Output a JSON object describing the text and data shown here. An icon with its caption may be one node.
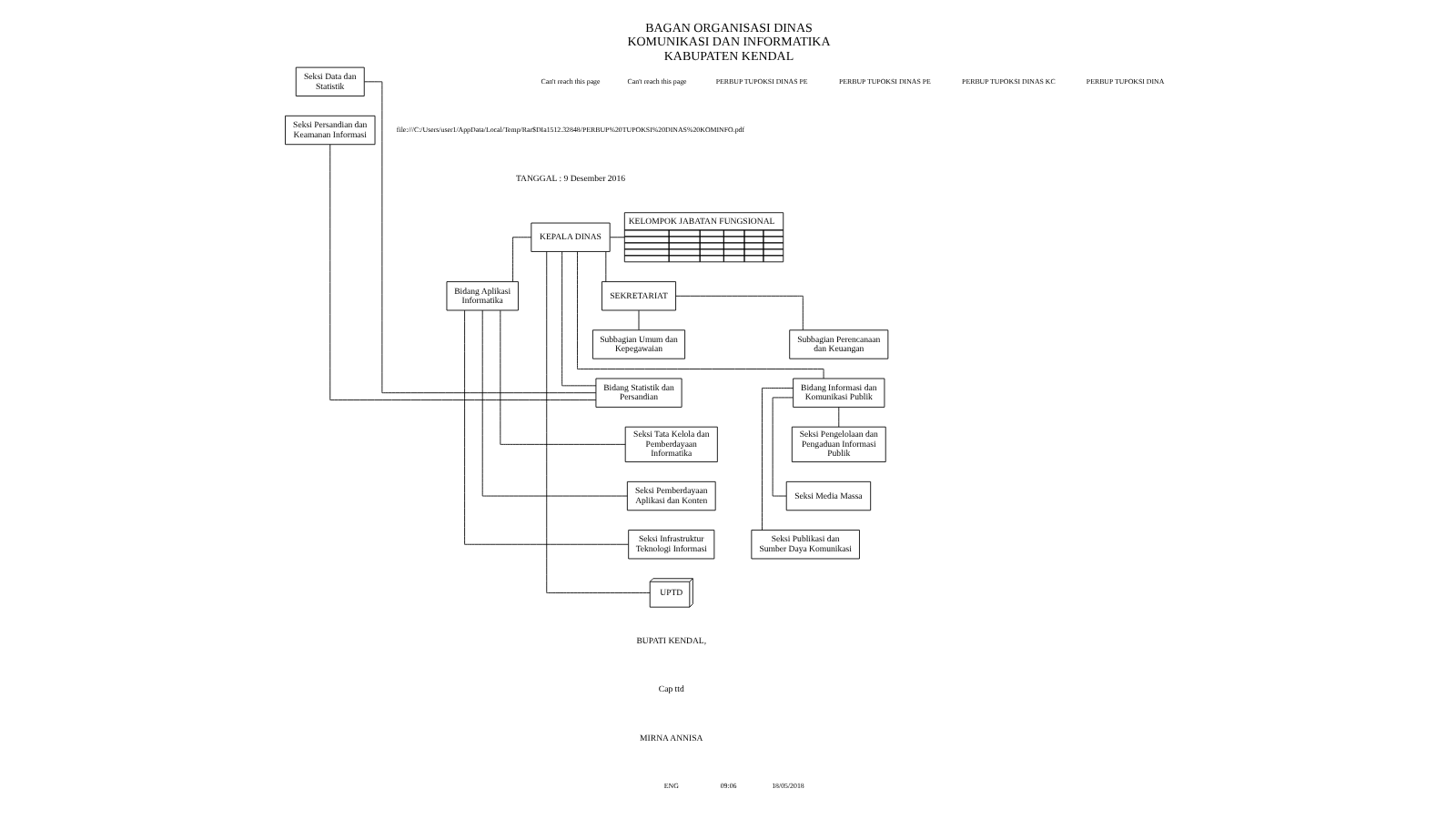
{
  "diagram": {
    "title": "BAGAN ORGANISASI DINAS KOMUNIKASI DAN INFORMATIKA KABUPATEN KENDAL",
    "nodes": [
      {
        "text": [
          "KEPALA DINAS"
        ]
      },
      {
        "text": [
          "KELOMPOK JABATAN FUNGSIONAL"
        ]
      },
      {
        "text": [
          "SEKRETARIAT"
        ]
      },
      {
        "text": [
          "Subbagian Perencanaan dan Keuangan"
        ]
      },
      {
        "text": [
          "Subbagian Umum dan Kepegawaian"
        ]
      },
      {
        "text": [
          "Bidang Informasi dan Komunikasi Publik"
        ]
      },
      {
        "text": [
          "Bidang Aplikasi Informatika"
        ]
      },
      {
        "text": [
          "Bidang Statistik dan Persandian"
        ]
      },
      {
        "text": [
          "Seksi Pengelolaan dan Pengaduan Informasi Publik"
        ]
      },
      {
        "text": [
          "Seksi Media Massa"
        ]
      },
      {
        "text": [
          "Seksi Publikasi dan Sumber Daya Komunikasi"
        ]
      },
      {
        "text": [
          "Seksi Tata Kelola dan Pemberdayaan Informatika"
        ]
      },
      {
        "text": [
          "Seksi Pemberdayaan Aplikasi dan Konten"
        ]
      },
      {
        "text": [
          "Seksi Infrastruktur Teknologi Informasi"
        ]
      },
      {
        "text": [
          "Seksi Data dan Statistik"
        ]
      },
      {
        "text": [
          "Seksi Persandian dan Keamanan Informasi"
        ]
      },
      {
        "text": [
          "UPTD"
        ]
      }
    ],
    "edges": [
      {
        "from": 0,
        "to": 1,
        "arrow": "none"
      },
      {
        "from": 0,
        "to": 2,
        "arrow": "none"
      },
      {
        "from": 2,
        "to": 3,
        "arrow": "none"
      },
      {
        "from": 2,
        "to": 4,
        "arrow": "none"
      },
      {
        "from": 0,
        "to": 5,
        "arrow": "none"
      },
      {
        "from": 0,
        "to": 6,
        "arrow": "none"
      },
      {
        "from": 0,
        "to": 7,
        "arrow": "none"
      },
      {
        "from": 5,
        "to": 8,
        "arrow": "none"
      },
      {
        "from": 5,
        "to": 9,
        "arrow": "none"
      },
      {
        "from": 5,
        "to": 10,
        "arrow": "none"
      },
      {
        "from": 6,
        "to": 11,
        "arrow": "none"
      },
      {
        "from": 6,
        "to": 12,
        "arrow": "none"
      },
      {
        "from": 6,
        "to": 13,
        "arrow": "none"
      },
      {
        "from": 7,
        "to": 14,
        "arrow": "none"
      },
      {
        "from": 7,
        "to": 15,
        "arrow": "none"
      },
      {
        "from": 0,
        "to": 16,
        "arrow": "none"
      }
    ],
    "labels": [
      "Can't reach this page",
      "Can't reach this page",
      "PERBUP TUPOKSI DINAS PE",
      "PERBUP TUPOKSI DINAS PE",
      "PERBUP TUPOKSI DINAS KC",
      "PERBUP TUPOKSI DINA",
      "file:///C:/Users/user1/AppData/Local/Temp/Rar$DIa1512.32848/PERBUP%20TUPOKSI%20DINAS%20KOMINFO.pdf",
      "TANGGAL : 9 Desember 2016",
      "BUPATI KENDAL,",
      "Cap ttd",
      "MIRNA ANNISA",
      "ENG",
      "09:06",
      "18/05/2018"
    ]
  }
}
